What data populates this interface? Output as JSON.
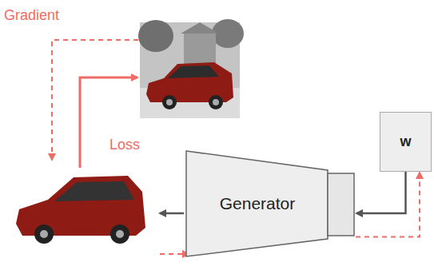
{
  "diagram": {
    "nodes": [
      {
        "text": [
          "w"
        ]
      },
      {
        "text": [
          "Generator"
        ]
      }
    ],
    "edges": [
      {
        "from": 0,
        "to": 1,
        "arrow": "to"
      },
      {
        "from": 1,
        "to": 0,
        "arrow": "to"
      }
    ],
    "labels": [
      "Gradient",
      "Loss"
    ]
  }
}
